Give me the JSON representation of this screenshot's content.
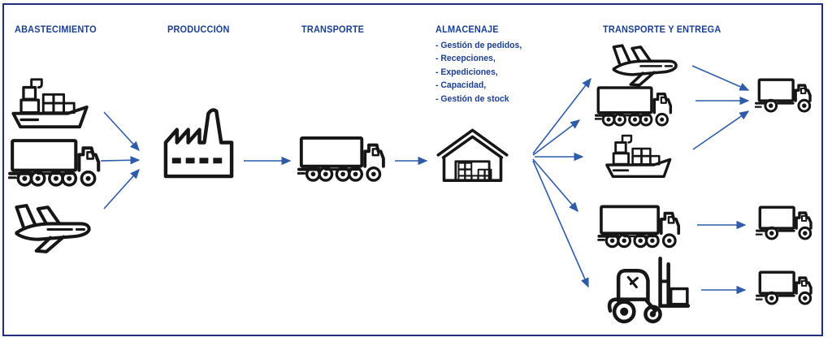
{
  "colors": {
    "title": "#1c3f91",
    "arrow": "#2e5ca8",
    "icon": "#161616",
    "border": "#1f2e7d",
    "background": "#ffffff"
  },
  "stages": [
    {
      "key": "abastecimiento",
      "label": "ABASTECIMIENTO",
      "icons": [
        "cargo-ship",
        "cargo-truck",
        "airplane"
      ]
    },
    {
      "key": "produccion",
      "label": "PRODUCCIÓN",
      "icons": [
        "factory"
      ]
    },
    {
      "key": "transporte",
      "label": "TRANSPORTE",
      "icons": [
        "cargo-truck"
      ]
    },
    {
      "key": "almacenaje",
      "label": "ALMACENAJE",
      "bullets": [
        "- Gestión de pedidos,",
        "- Recepciones,",
        "- Expediciones,",
        "- Capacidad,",
        "- Gestión de stock"
      ],
      "icons": [
        "warehouse"
      ]
    },
    {
      "key": "transporte_y_entrega",
      "label": "TRANSPORTE Y ENTREGA",
      "icons": [
        "airplane",
        "cargo-truck",
        "cargo-ship",
        "cargo-truck",
        "forklift"
      ],
      "delivery_icons": [
        "delivery-truck",
        "delivery-truck",
        "delivery-truck"
      ]
    }
  ]
}
